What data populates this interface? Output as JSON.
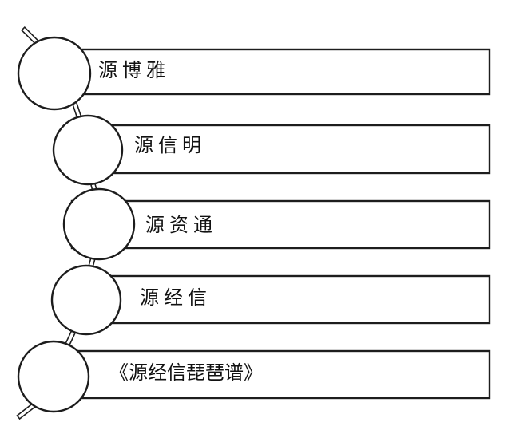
{
  "diagram": {
    "type": "chained-circle-list",
    "description": "Five white circles linked in a chain, each with a horizontal label bar",
    "nodes": [
      {
        "label": "源博雅"
      },
      {
        "label": "源信明"
      },
      {
        "label": "源资通"
      },
      {
        "label": "源经信"
      },
      {
        "label": "《源经信琵琶谱》"
      }
    ],
    "colors": {
      "line": "#1d1d1d",
      "text": "#111111",
      "shape_fill": "#ffffff",
      "background": "#ffffff"
    }
  }
}
